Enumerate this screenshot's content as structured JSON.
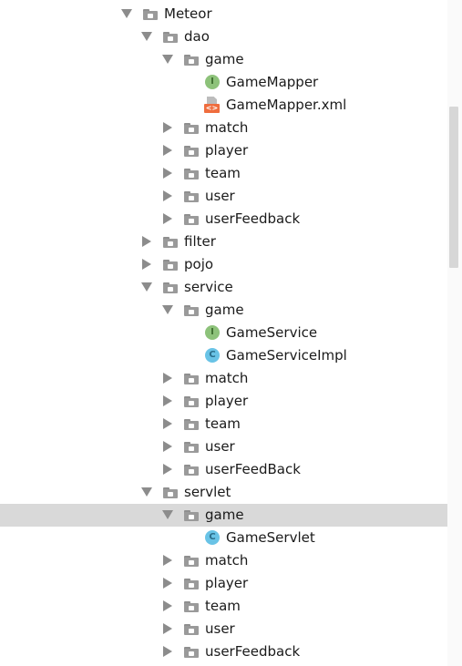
{
  "tree": {
    "rows": [
      {
        "label": "Meteor",
        "kind": "folder",
        "expanded": true,
        "icon": "folder-icon",
        "depth": 0
      },
      {
        "label": "dao",
        "kind": "folder",
        "expanded": true,
        "icon": "folder-icon",
        "depth": 1
      },
      {
        "label": "game",
        "kind": "folder",
        "expanded": true,
        "icon": "folder-icon",
        "depth": 2
      },
      {
        "label": "GameMapper",
        "kind": "interface",
        "icon": "interface-icon",
        "badge": "I",
        "depth": 3
      },
      {
        "label": "GameMapper.xml",
        "kind": "xml",
        "icon": "xml-file-icon",
        "badge": "<>",
        "depth": 3
      },
      {
        "label": "match",
        "kind": "folder",
        "expanded": false,
        "icon": "folder-icon",
        "depth": 2
      },
      {
        "label": "player",
        "kind": "folder",
        "expanded": false,
        "icon": "folder-icon",
        "depth": 2
      },
      {
        "label": "team",
        "kind": "folder",
        "expanded": false,
        "icon": "folder-icon",
        "depth": 2
      },
      {
        "label": "user",
        "kind": "folder",
        "expanded": false,
        "icon": "folder-icon",
        "depth": 2
      },
      {
        "label": "userFeedback",
        "kind": "folder",
        "expanded": false,
        "icon": "folder-icon",
        "depth": 2
      },
      {
        "label": "filter",
        "kind": "folder",
        "expanded": false,
        "icon": "folder-icon",
        "depth": 1
      },
      {
        "label": "pojo",
        "kind": "folder",
        "expanded": false,
        "icon": "folder-icon",
        "depth": 1
      },
      {
        "label": "service",
        "kind": "folder",
        "expanded": true,
        "icon": "folder-icon",
        "depth": 1
      },
      {
        "label": "game",
        "kind": "folder",
        "expanded": true,
        "icon": "folder-icon",
        "depth": 2
      },
      {
        "label": "GameService",
        "kind": "interface",
        "icon": "interface-icon",
        "badge": "I",
        "depth": 3
      },
      {
        "label": "GameServiceImpl",
        "kind": "class",
        "icon": "class-icon",
        "badge": "C",
        "depth": 3
      },
      {
        "label": "match",
        "kind": "folder",
        "expanded": false,
        "icon": "folder-icon",
        "depth": 2
      },
      {
        "label": "player",
        "kind": "folder",
        "expanded": false,
        "icon": "folder-icon",
        "depth": 2
      },
      {
        "label": "team",
        "kind": "folder",
        "expanded": false,
        "icon": "folder-icon",
        "depth": 2
      },
      {
        "label": "user",
        "kind": "folder",
        "expanded": false,
        "icon": "folder-icon",
        "depth": 2
      },
      {
        "label": "userFeedBack",
        "kind": "folder",
        "expanded": false,
        "icon": "folder-icon",
        "depth": 2
      },
      {
        "label": "servlet",
        "kind": "folder",
        "expanded": true,
        "icon": "folder-icon",
        "depth": 1
      },
      {
        "label": "game",
        "kind": "folder",
        "expanded": true,
        "icon": "folder-icon",
        "depth": 2,
        "selected": true
      },
      {
        "label": "GameServlet",
        "kind": "class",
        "icon": "class-icon",
        "badge": "C",
        "depth": 3
      },
      {
        "label": "match",
        "kind": "folder",
        "expanded": false,
        "icon": "folder-icon",
        "depth": 2
      },
      {
        "label": "player",
        "kind": "folder",
        "expanded": false,
        "icon": "folder-icon",
        "depth": 2
      },
      {
        "label": "team",
        "kind": "folder",
        "expanded": false,
        "icon": "folder-icon",
        "depth": 2
      },
      {
        "label": "user",
        "kind": "folder",
        "expanded": false,
        "icon": "folder-icon",
        "depth": 2
      },
      {
        "label": "userFeedback",
        "kind": "folder",
        "expanded": false,
        "icon": "folder-icon",
        "depth": 2
      }
    ]
  },
  "colors": {
    "selection": "#d9d9d9",
    "folder": "#9a9a9a",
    "interface_badge": "#8dc27a",
    "class_badge": "#69c3e6",
    "xml_badge": "#ef6d3e",
    "arrow": "#8c8c8c"
  }
}
